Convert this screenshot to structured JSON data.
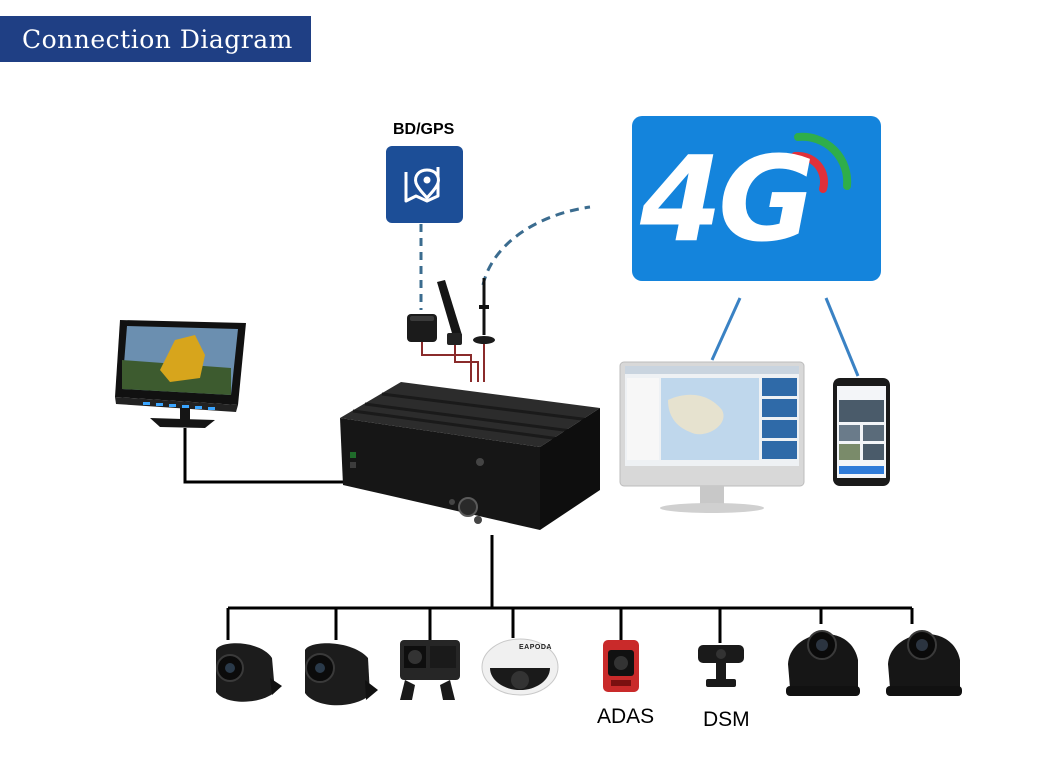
{
  "header": {
    "title": "Connection Diagram"
  },
  "labels": {
    "gps": "BD/GPS",
    "network": "4G",
    "adas": "ADAS",
    "dsm": "DSM",
    "dome_brand": "EAPODA"
  },
  "colors": {
    "banner": "#1f3f84",
    "gps_tile": "#1c4e97",
    "network_tile": "#1484dc",
    "signal_red": "#e0303a",
    "signal_green": "#2fae4a",
    "link_dashed": "#3b6c8f",
    "link_solid": "#000000",
    "link_4g": "#3a82c4"
  },
  "icons": [
    "map-pin-icon",
    "gps-antenna-icon",
    "wifi-antenna-icon",
    "signal-arc-icon"
  ]
}
